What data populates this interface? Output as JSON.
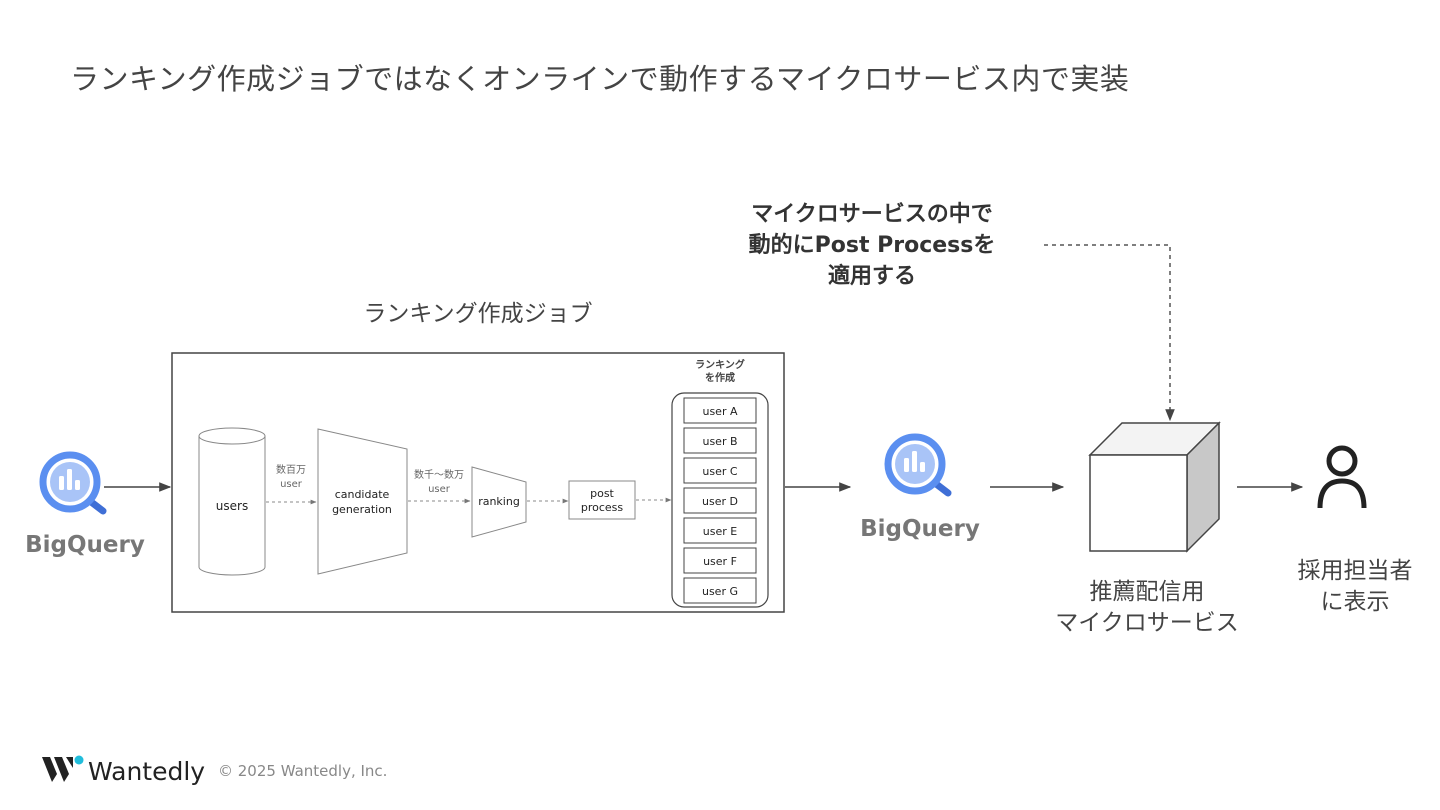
{
  "title": "ランキング作成ジョブではなくオンラインで動作するマイクロサービス内で実装",
  "annotation": {
    "lines": [
      "マイクロサービスの中で",
      "動的にPost Processを",
      "適用する"
    ]
  },
  "job": {
    "label": "ランキング作成ジョブ",
    "users_label": "users",
    "step1_top": "数百万",
    "step1_bottom": "user",
    "candidate_line1": "candidate",
    "candidate_line2": "generation",
    "step2_top": "数千〜数万",
    "step2_bottom": "user",
    "ranking": "ranking",
    "post_line1": "post",
    "post_line2": "process",
    "ranking_header_line1": "ランキング",
    "ranking_header_line2": "を作成",
    "ranked_users": [
      "user A",
      "user B",
      "user C",
      "user D",
      "user E",
      "user F",
      "user G"
    ]
  },
  "source": {
    "label": "BigQuery",
    "icon": "bigquery-icon"
  },
  "sink": {
    "label": "BigQuery",
    "icon": "bigquery-icon"
  },
  "microservice": {
    "line1": "推薦配信用",
    "line2": "マイクロサービス",
    "icon": "cube-icon"
  },
  "recruiter": {
    "line1": "採用担当者",
    "line2": "に表示",
    "icon": "person-icon"
  },
  "footer": {
    "brand": "Wantedly",
    "copyright": "© 2025 Wantedly, Inc."
  },
  "colors": {
    "bigquery_blue": "#5b8ff0",
    "bigquery_dark": "#3f6fd6",
    "brand_accent": "#21bddb"
  }
}
